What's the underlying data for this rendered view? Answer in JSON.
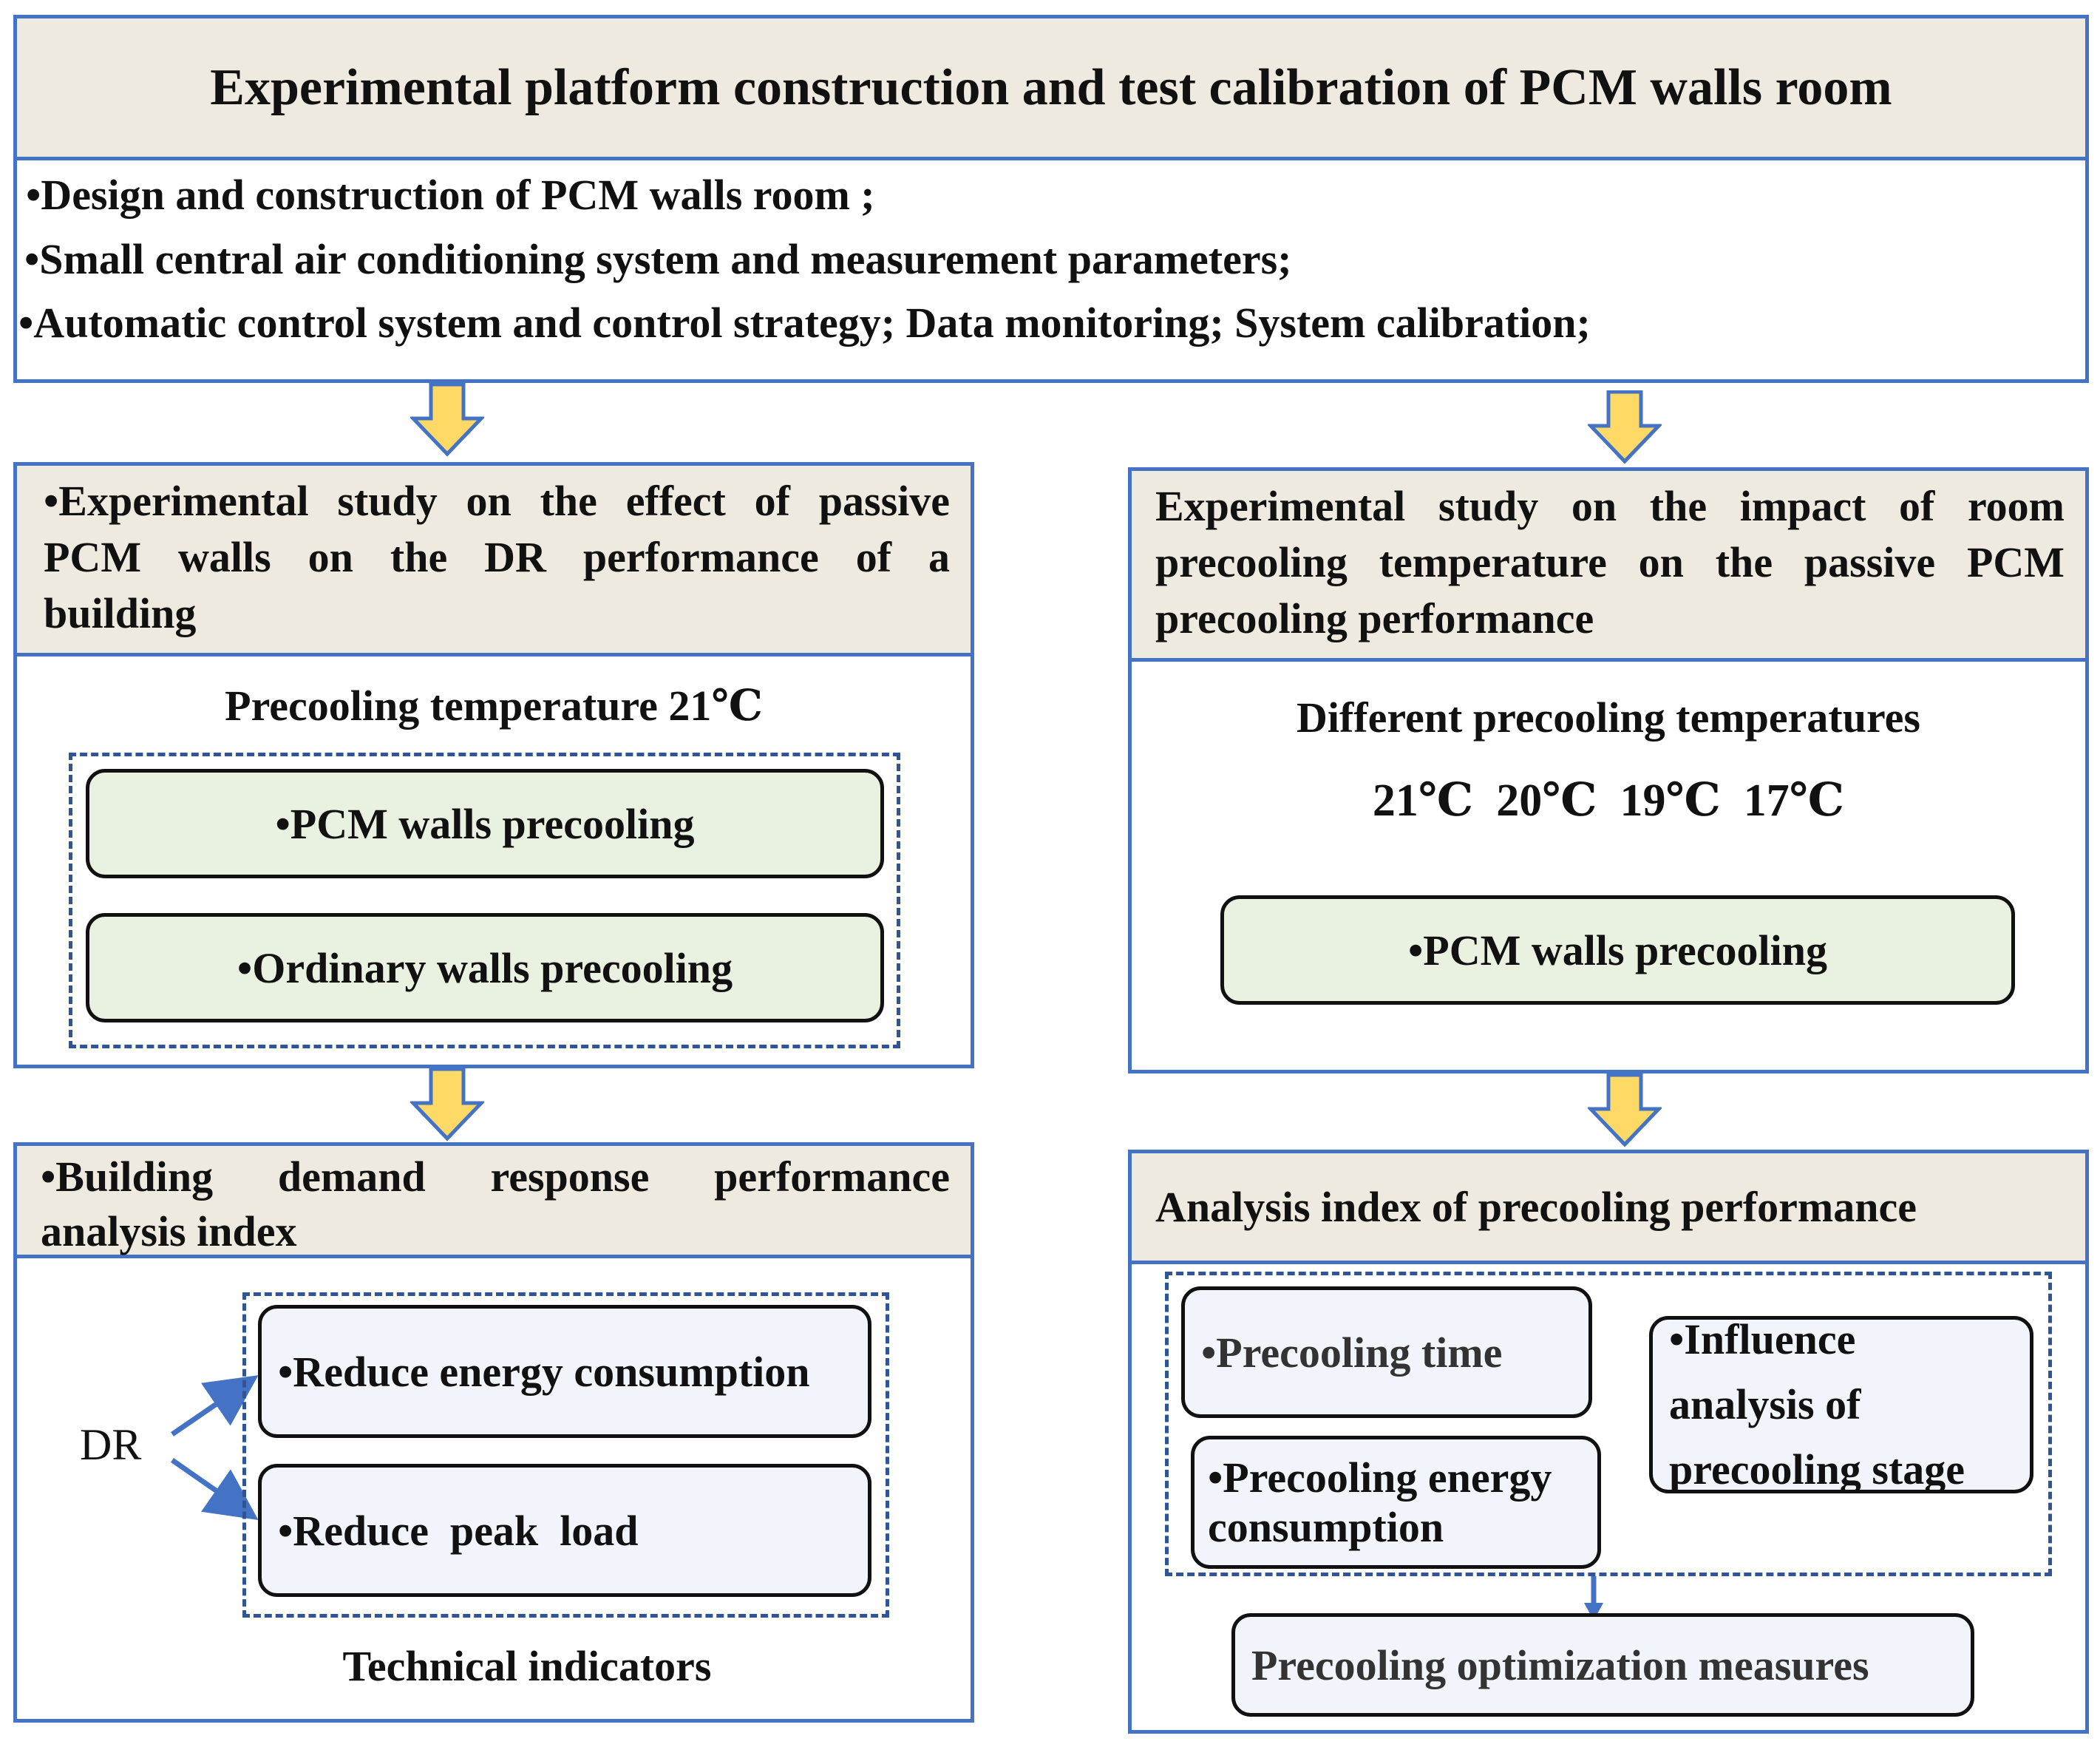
{
  "top": {
    "title": "Experimental platform construction and test calibration of PCM walls room",
    "items": [
      "•Design and construction of  PCM walls room ;",
      "•Small central air conditioning system and measurement parameters;",
      "•Automatic control system and control strategy; Data monitoring; System calibration;"
    ]
  },
  "left_study": {
    "header_lines": [
      "•Experimental study on the effect of passive",
      "PCM walls on the DR performance of a",
      "building"
    ],
    "subtitle": "Precooling temperature  21℃",
    "options": [
      "•PCM walls precooling",
      "•Ordinary walls precooling"
    ]
  },
  "right_study": {
    "header_lines": [
      "Experimental study on the impact of room",
      "precooling temperature on the passive PCM",
      "precooling performance"
    ],
    "subtitle": "Different precooling temperatures",
    "temperatures": "21℃  20℃  19℃  17℃",
    "option": "•PCM walls precooling"
  },
  "left_analysis": {
    "header_lines": [
      "•Building demand response performance",
      "analysis index"
    ],
    "source_label": "DR",
    "indicators": [
      "•Reduce energy consumption",
      "•Reduce  peak  load"
    ],
    "footer": "Technical indicators"
  },
  "right_analysis": {
    "header": "Analysis index of precooling performance",
    "precooling_time": "•Precooling time",
    "precooling_energy_lines": [
      "•Precooling energy",
      "consumption"
    ],
    "influence_lines": [
      "•Influence",
      "analysis of",
      "precooling stage"
    ],
    "optimization": "Precooling optimization measures"
  },
  "colors": {
    "border_blue": "#4472C4",
    "header_beige": "#EEEADF",
    "pill_green": "#E9F2E1",
    "pill_blue": "#F1F5FB",
    "arrow_yellow": "#FFD966"
  }
}
